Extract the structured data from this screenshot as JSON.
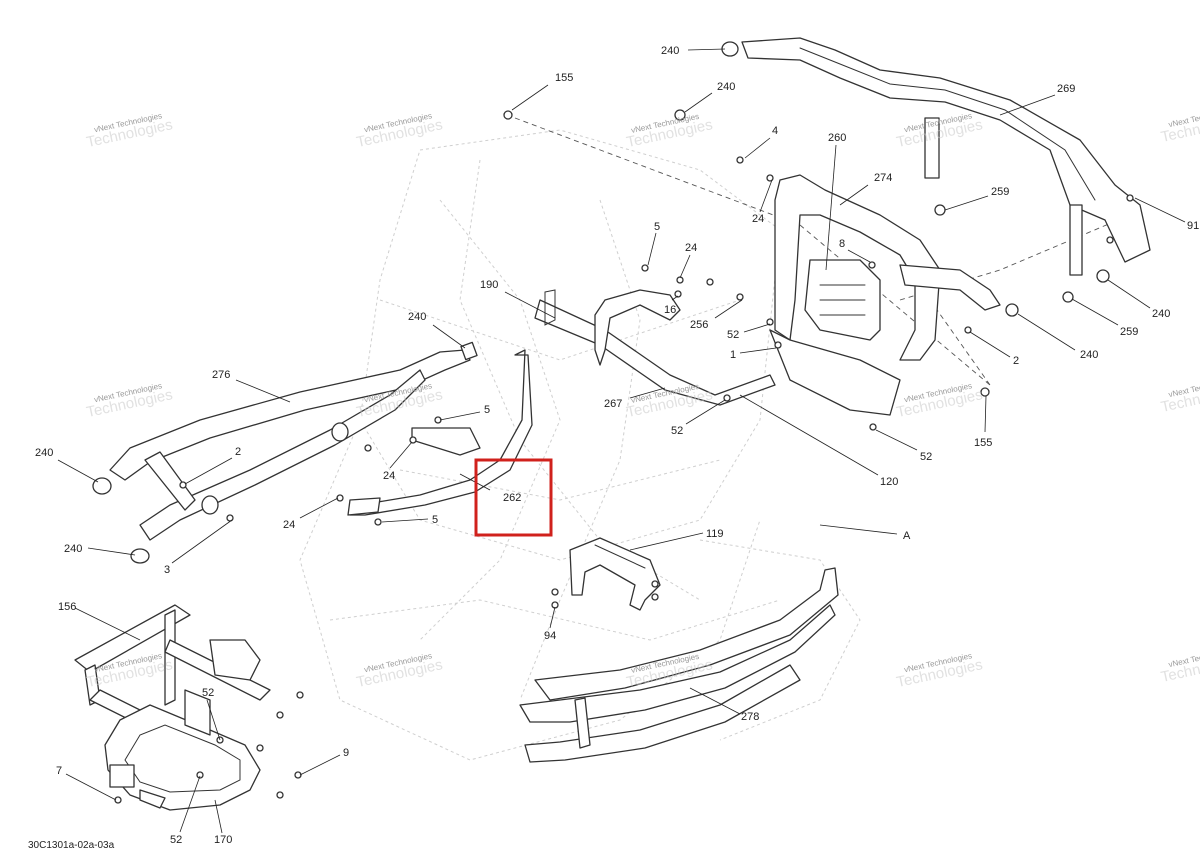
{
  "diagram": {
    "code": "30C1301a-02a-03a",
    "watermark_line1": "vNext Technologies",
    "watermark_line2": "Technologies",
    "highlighted_part": "262",
    "callouts": [
      "240",
      "155",
      "240",
      "4",
      "260",
      "269",
      "274",
      "259",
      "91",
      "24",
      "5",
      "24",
      "8",
      "190",
      "16",
      "256",
      "52",
      "1",
      "2",
      "240",
      "240",
      "259",
      "240",
      "276",
      "5",
      "267",
      "52",
      "155",
      "52",
      "2",
      "240",
      "24",
      "262",
      "24",
      "5",
      "120",
      "119",
      "A",
      "240",
      "3",
      "156",
      "52",
      "94",
      "278",
      "9",
      "7",
      "52",
      "170"
    ]
  }
}
